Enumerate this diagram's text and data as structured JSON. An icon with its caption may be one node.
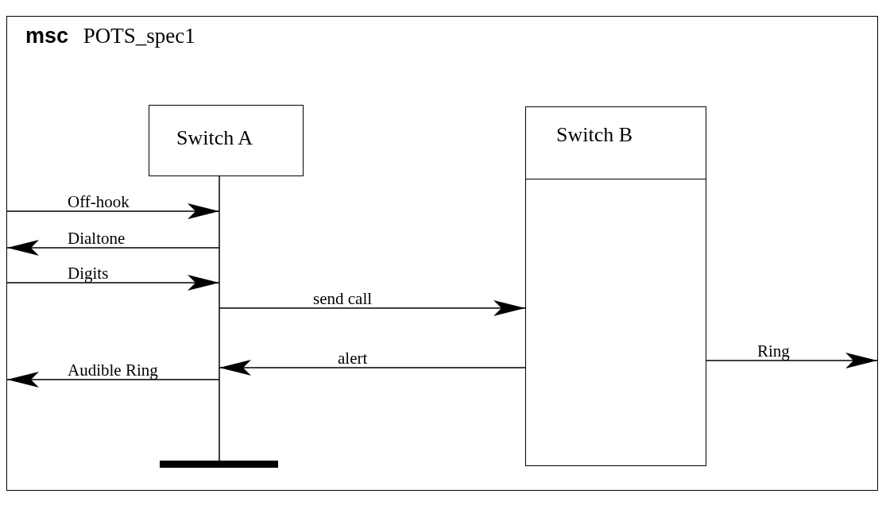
{
  "diagram": {
    "title": "**msc** POTS_spec1",
    "nodes": [
      {
        "text": [
          "Switch A"
        ]
      },
      {
        "text": [
          "Switch B"
        ]
      }
    ],
    "edges": [
      {
        "from": null,
        "to": 0,
        "arrow": "to",
        "label": "Off-hook"
      },
      {
        "from": 0,
        "to": null,
        "arrow": "to",
        "label": "Dialtone"
      },
      {
        "from": null,
        "to": 0,
        "arrow": "to",
        "label": "Digits"
      },
      {
        "from": 0,
        "to": 1,
        "arrow": "to",
        "label": "send call"
      },
      {
        "from": 1,
        "to": 0,
        "arrow": "to",
        "label": "alert"
      },
      {
        "from": 0,
        "to": null,
        "arrow": "to",
        "label": "Audible Ring"
      },
      {
        "from": 1,
        "to": null,
        "arrow": "to",
        "label": "Ring"
      }
    ]
  }
}
